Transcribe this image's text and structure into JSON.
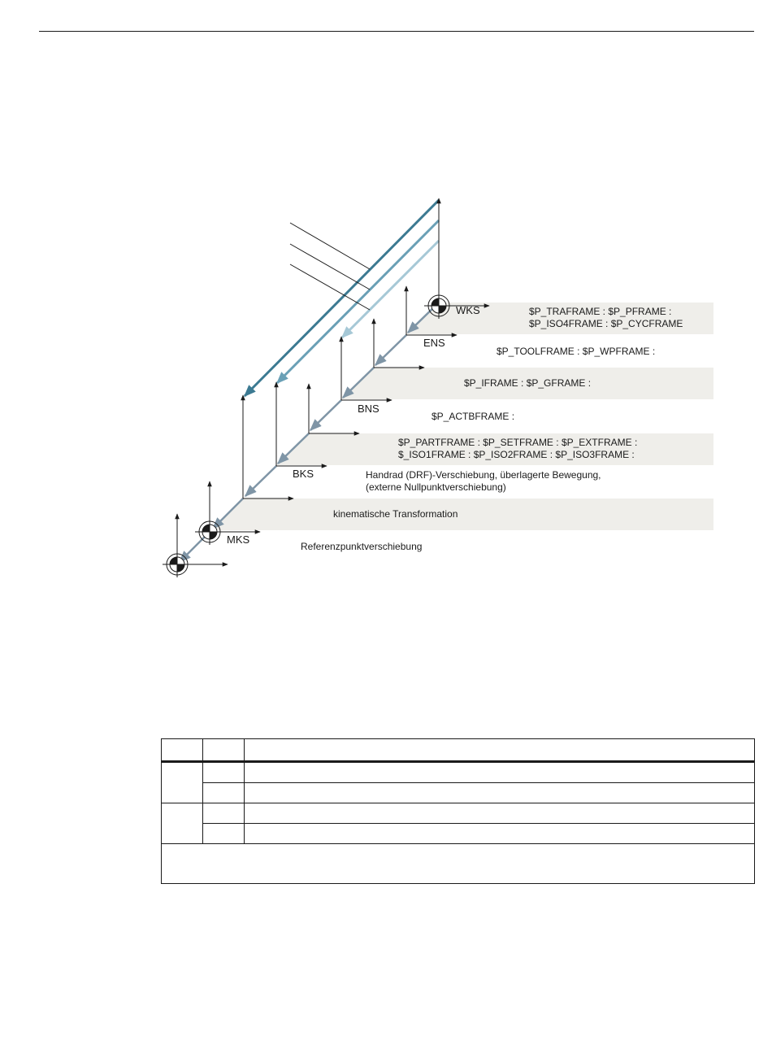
{
  "diagram": {
    "coordinate_systems": {
      "wks": "WKS",
      "ens": "ENS",
      "bns": "BNS",
      "bks": "BKS",
      "mks": "MKS"
    },
    "frames": {
      "traframe_line1": "$P_TRAFRAME : $P_PFRAME :",
      "traframe_line2": "$P_ISO4FRAME : $P_CYCFRAME",
      "toolframe": "$P_TOOLFRAME : $P_WPFRAME :",
      "iframe": "$P_IFRAME : $P_GFRAME :",
      "actbframe": "$P_ACTBFRAME :",
      "partframe_line1": "$P_PARTFRAME : $P_SETFRAME : $P_EXTFRAME :",
      "partframe_line2": "$_ISO1FRAME : $P_ISO2FRAME : $P_ISO3FRAME :",
      "handrad_line1": "Handrad (DRF)-Verschiebung, überlagerte Bewegung,",
      "handrad_line2": "(externe Nullpunktverschiebung)",
      "kinematic": "kinematische Transformation",
      "reference": "Referenzpunktverschiebung"
    },
    "colors": {
      "band_fill": "#efeeea",
      "arrow_dark": "#3c7a92",
      "arrow_mid": "#6aa0b6",
      "arrow_light": "#a6c8d6",
      "chain_axis": "#7f95a6"
    }
  },
  "table": {
    "header": [
      "",
      "",
      ""
    ],
    "rows": [
      [
        "",
        "",
        ""
      ],
      [
        "",
        ""
      ],
      [
        "",
        "",
        ""
      ],
      [
        "",
        ""
      ]
    ],
    "footer": ""
  }
}
